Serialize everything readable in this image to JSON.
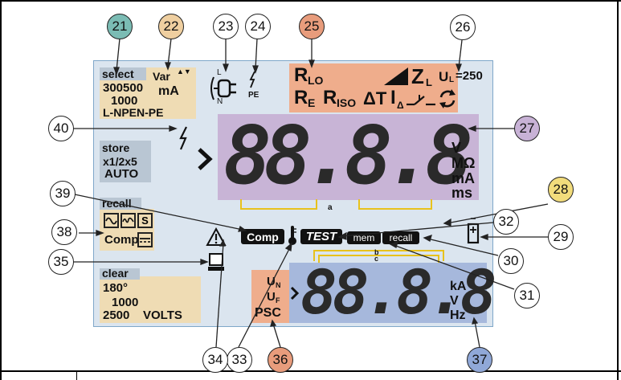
{
  "callouts": {
    "n21": "21",
    "n22": "22",
    "n23": "23",
    "n24": "24",
    "n25": "25",
    "n26": "26",
    "n27": "27",
    "n28": "28",
    "n29": "29",
    "n30": "30",
    "n31": "31",
    "n32": "32",
    "n33": "33",
    "n34": "34",
    "n35": "35",
    "n36": "36",
    "n37": "37",
    "n38": "38",
    "n39": "39",
    "n40": "40"
  },
  "select_panel": {
    "title": "select",
    "var": "Var",
    "updown": "▲▼",
    "line1": "300500",
    "unit": "mA",
    "line2": "1000",
    "line3": "L-NPEN-PE"
  },
  "plug": {
    "top": "L",
    "bottom": "N"
  },
  "pe_label": "PE",
  "functions": {
    "rlo_r": "R",
    "rlo_sub": "LO",
    "re_r": "R",
    "re_sub": "E",
    "riso_r": "R",
    "riso_sub": "ISO",
    "delta_t": "ΔT",
    "idelta_i": "I",
    "idelta_sub": "Δ",
    "zl_z": "Z",
    "zl_sub": "L"
  },
  "ul": {
    "u": "U",
    "sub": "L",
    "value": "=250"
  },
  "store_panel": {
    "title": "store",
    "line1": "x1/2x5",
    "line2": "AUTO"
  },
  "main_display": {
    "digits": "88.8.8",
    "units": [
      "V",
      "MΩ",
      "mA",
      "ms"
    ],
    "bar_label": "a"
  },
  "recall_panel": {
    "title": "recall",
    "s_key": "S",
    "comp": "Comp"
  },
  "status": {
    "comp": "Comp",
    "test": "TEST",
    "mem": "mem",
    "recall": "recall"
  },
  "bar_labels": {
    "b": "b",
    "c": "c"
  },
  "clear_panel": {
    "title": "clear",
    "line1": "180°",
    "line2": "1000",
    "line3": "2500",
    "volts": "VOLTS"
  },
  "secondary": {
    "un_u": "U",
    "un_sub": "N",
    "uf_u": "U",
    "uf_sub": "F",
    "psc": "PSC",
    "digits": "88.8.8",
    "units": [
      "kA",
      "V",
      "Hz"
    ]
  },
  "colors": {
    "tan": "#efdcb4",
    "salmon": "#efad8c",
    "violet": "#c8b4d6",
    "blue": "#a6b8dc",
    "screen": "#dbe5ef",
    "yellow": "#e8c21c"
  }
}
